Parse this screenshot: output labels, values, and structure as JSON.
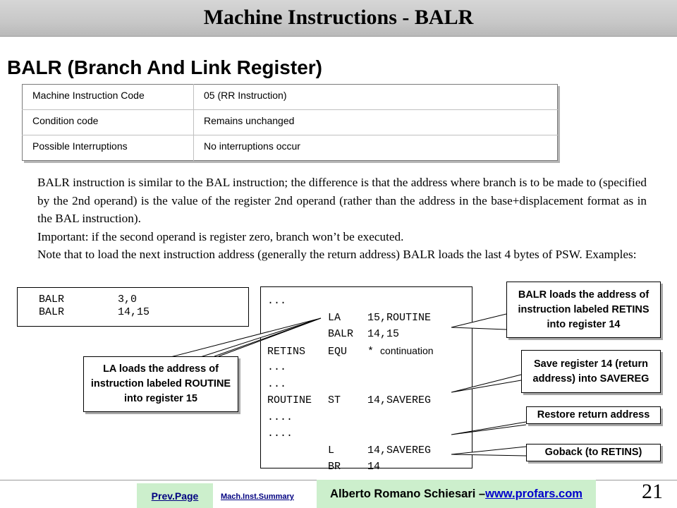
{
  "slide": {
    "title": "Machine Instructions - BALR",
    "heading": "BALR (Branch And Link Register)"
  },
  "info_table": {
    "rows": [
      {
        "label": "Machine Instruction Code",
        "value": "05 (RR Instruction)"
      },
      {
        "label": "Condition code",
        "value": "Remains unchanged"
      },
      {
        "label": "Possible Interruptions",
        "value": "No interruptions occur"
      }
    ]
  },
  "body": {
    "p1": "BALR instruction is similar to the BAL instruction; the difference is that the address where branch is to be made to (specified by the 2nd operand) is the value of the register 2nd operand (rather than the address in the base+displacement format as in the BAL instruction).",
    "p2": "Important: if the second operand is register zero, branch won’t be executed.",
    "p3": "Note that to load the next instruction address (generally the return address) BALR loads the last 4 bytes of PSW.  Examples:"
  },
  "examples": [
    {
      "op": "BALR",
      "args": "3,0"
    },
    {
      "op": "BALR",
      "args": "14,15"
    }
  ],
  "code": [
    {
      "label": "...",
      "op": "",
      "args": "",
      "comment": ""
    },
    {
      "label": "",
      "op": "LA",
      "args": "15,ROUTINE",
      "comment": ""
    },
    {
      "label": "",
      "op": "BALR",
      "args": "14,15",
      "comment": ""
    },
    {
      "label": "RETINS",
      "op": "EQU",
      "args": "*",
      "comment": "continuation"
    },
    {
      "label": "...",
      "op": "",
      "args": "",
      "comment": ""
    },
    {
      "label": "...",
      "op": "",
      "args": "",
      "comment": ""
    },
    {
      "label": "ROUTINE",
      "op": "ST",
      "args": "14,SAVEREG",
      "comment": ""
    },
    {
      "label": "....",
      "op": "",
      "args": "",
      "comment": ""
    },
    {
      "label": "....",
      "op": "",
      "args": "",
      "comment": ""
    },
    {
      "label": "",
      "op": "L",
      "args": "14,SAVEREG",
      "comment": ""
    },
    {
      "label": "",
      "op": "BR",
      "args": "14",
      "comment": ""
    }
  ],
  "callouts": {
    "la": "LA loads the address of instruction labeled ROUTINE into register 15",
    "balr": "BALR loads the address of instruction labeled RETINS into register 14",
    "save": "Save register 14 (return address) into SAVEREG",
    "restore": "Restore return address",
    "goback": "Goback (to RETINS)"
  },
  "footer": {
    "prev_page": "Prev.Page",
    "summary_link": "Mach.Inst.Summary",
    "author": "Alberto Romano Schiesari – ",
    "url": "www.profars.com",
    "page_number": "21"
  }
}
